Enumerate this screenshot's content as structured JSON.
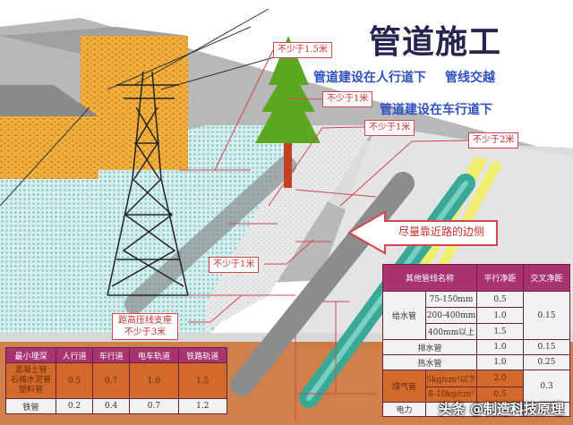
{
  "title": "管道施工",
  "subtitles": {
    "sidewalk": "管道建设在人行道下",
    "crossing": "管线交越",
    "roadway": "管道建设在车行道下"
  },
  "labels": {
    "l1": "不少于1.5米",
    "l2": "不少于1米",
    "l3": "不少于1米",
    "l4": "不少于2米",
    "l5": "不少于1米",
    "l6a": "距高压线支座",
    "l6b": "不少于3米"
  },
  "arrow_text": "尽量靠近路的边侧",
  "right_table": {
    "headers": [
      "其他管线名称",
      "平行净距",
      "交叉净距"
    ],
    "water": "给水管",
    "water_rows": [
      [
        "75-150mm",
        "0.5"
      ],
      [
        "200-400mm",
        "1.0"
      ],
      [
        "400mm以上",
        "1.5"
      ]
    ],
    "water_cross": "0.15",
    "rows": [
      [
        "排水管",
        "1.0",
        "0.15"
      ],
      [
        "热水管",
        "1.0",
        "0.25"
      ]
    ],
    "gas": "煤气管",
    "gas_rows": [
      [
        "5kg/cm²以下",
        "2.0"
      ],
      [
        "8-10kg/cm²",
        "0.5"
      ]
    ],
    "gas_cross": "0.3",
    "power": "电力"
  },
  "left_table": {
    "headers": [
      "最小埋深",
      "人行道",
      "车行道",
      "电车轨道",
      "铁路轨道"
    ],
    "rows": [
      [
        "混凝土管\n石棉水泥管\n塑料管",
        "0.5",
        "0.7",
        "1.0",
        "1.5"
      ],
      [
        "铁管",
        "0.2",
        "0.4",
        "0.7",
        "1.2"
      ]
    ]
  },
  "watermark": "头条 @制造科技原理"
}
